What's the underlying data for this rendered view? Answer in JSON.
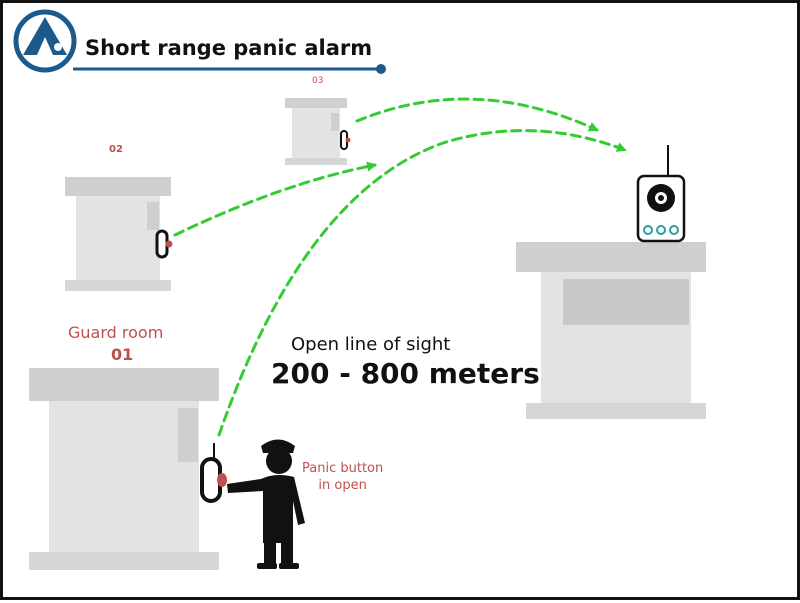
{
  "title": "Short range panic alarm",
  "logo_icon": "triangle-logo-icon",
  "labels": {
    "building_03": "03",
    "building_02": "02",
    "guard_room": "Guard room",
    "guard_room_number": "01",
    "line_of_sight": "Open line of sight",
    "range": "200 - 800 meters",
    "panic_button_line1": "Panic button",
    "panic_button_line2": "in open"
  },
  "icons": [
    "triangle-logo-icon",
    "panic-button-icon",
    "security-guard-icon",
    "alarm-receiver-icon"
  ],
  "colors": {
    "brand_blue": "#1d5a8c",
    "signal_green": "#33cc33",
    "label_red": "#c0504d",
    "building_gray": "#d8d8d8"
  }
}
